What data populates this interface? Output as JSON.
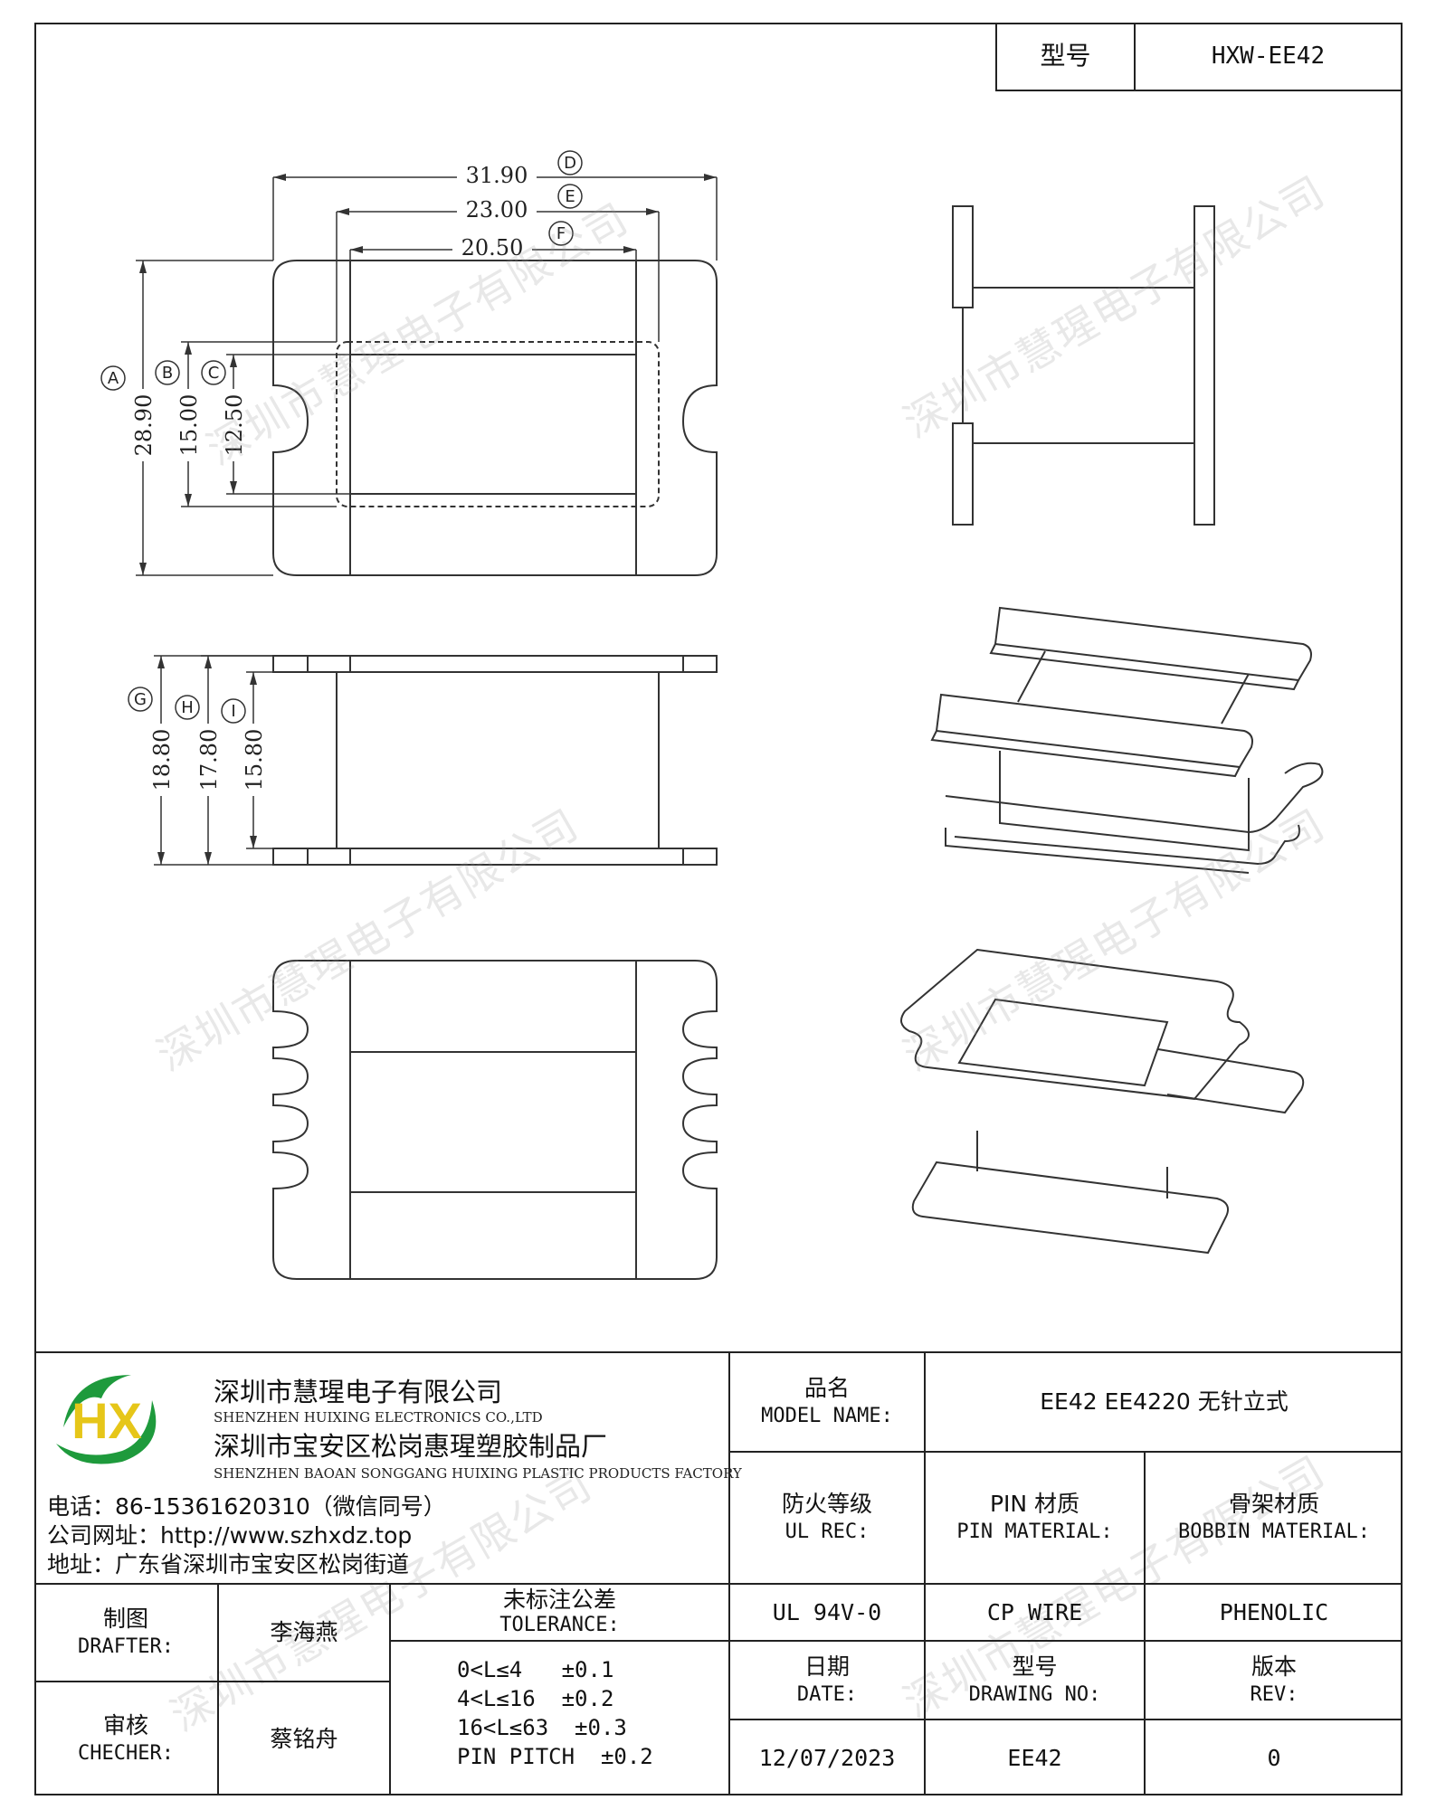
{
  "header": {
    "type_label": "型号",
    "type_value": "HXW-EE42"
  },
  "dimensions": {
    "D": {
      "letter": "D",
      "value": "31.90"
    },
    "E": {
      "letter": "E",
      "value": "23.00"
    },
    "F": {
      "letter": "F",
      "value": "20.50"
    },
    "A": {
      "letter": "A",
      "value": "28.90"
    },
    "B": {
      "letter": "B",
      "value": "15.00"
    },
    "C": {
      "letter": "C",
      "value": "12.50"
    },
    "G": {
      "letter": "G",
      "value": "18.80"
    },
    "H": {
      "letter": "H",
      "value": "17.80"
    },
    "I": {
      "letter": "I",
      "value": "15.80"
    }
  },
  "watermark": "深圳市慧瑆电子有限公司",
  "company": {
    "logo_letters": "HX",
    "name_cn": "深圳市慧瑆电子有限公司",
    "name_en": "SHENZHEN HUIXING ELECTRONICS CO.,LTD",
    "factory_cn": "深圳市宝安区松岗惠瑆塑胶制品厂",
    "factory_en": "SHENZHEN BAOAN SONGGANG HUIXING PLASTIC PRODUCTS FACTORY",
    "phone": "电话：86-15361620310（微信同号）",
    "website": "公司网址：http://www.szhxdz.top",
    "address": "地址：广东省深圳市宝安区松岗街道",
    "logo_colors": {
      "green": "#1e9a3c",
      "yellow": "#e6c619"
    }
  },
  "title_block": {
    "model_name_cn": "品名",
    "model_name_en": "MODEL NAME:",
    "model_name_value": "EE42 EE4220 无针立式",
    "ul_cn": "防火等级",
    "ul_en": "UL REC:",
    "pin_cn": "PIN 材质",
    "pin_en": "PIN MATERIAL:",
    "bobbin_cn": "骨架材质",
    "bobbin_en": "BOBBIN MATERIAL:",
    "drafter_cn": "制图",
    "drafter_en": "DRAFTER:",
    "drafter_value": "李海燕",
    "tolerance_cn": "未标注公差",
    "tolerance_en": "TOLERANCE:",
    "ul_value": "UL 94V-0",
    "pin_value": "CP WIRE",
    "bobbin_value": "PHENOLIC",
    "checker_cn": "审核",
    "checker_en": "CHECHER:",
    "checker_value": "蔡铭舟",
    "tolerances": [
      "0<L≤4   ±0.1",
      "4<L≤16  ±0.2",
      "16<L≤63  ±0.3",
      "PIN PITCH  ±0.2"
    ],
    "date_cn": "日期",
    "date_en": "DATE:",
    "drawing_no_cn": "型号",
    "drawing_no_en": "DRAWING NO:",
    "rev_cn": "版本",
    "rev_en": "REV:",
    "date_value": "12/07/2023",
    "drawing_no_value": "EE42",
    "rev_value": "0"
  }
}
